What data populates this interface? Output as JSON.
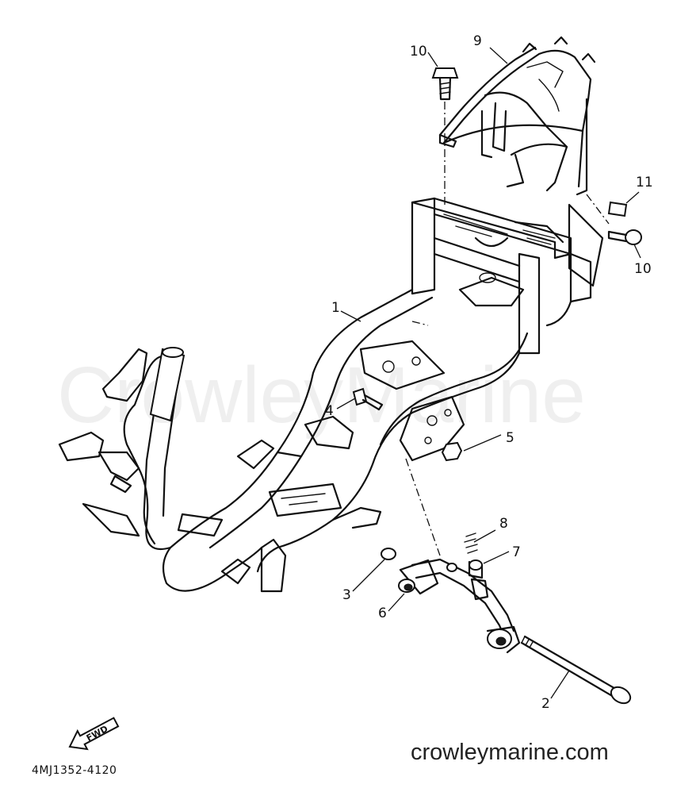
{
  "watermark": "CrowleyMarine",
  "website": "crowleymarine.com",
  "diagram_code": "4MJ1352-4120",
  "fwd_label": "FWD",
  "callouts": [
    "1",
    "2",
    "3",
    "4",
    "5",
    "6",
    "7",
    "8",
    "9",
    "10",
    "10",
    "11"
  ]
}
